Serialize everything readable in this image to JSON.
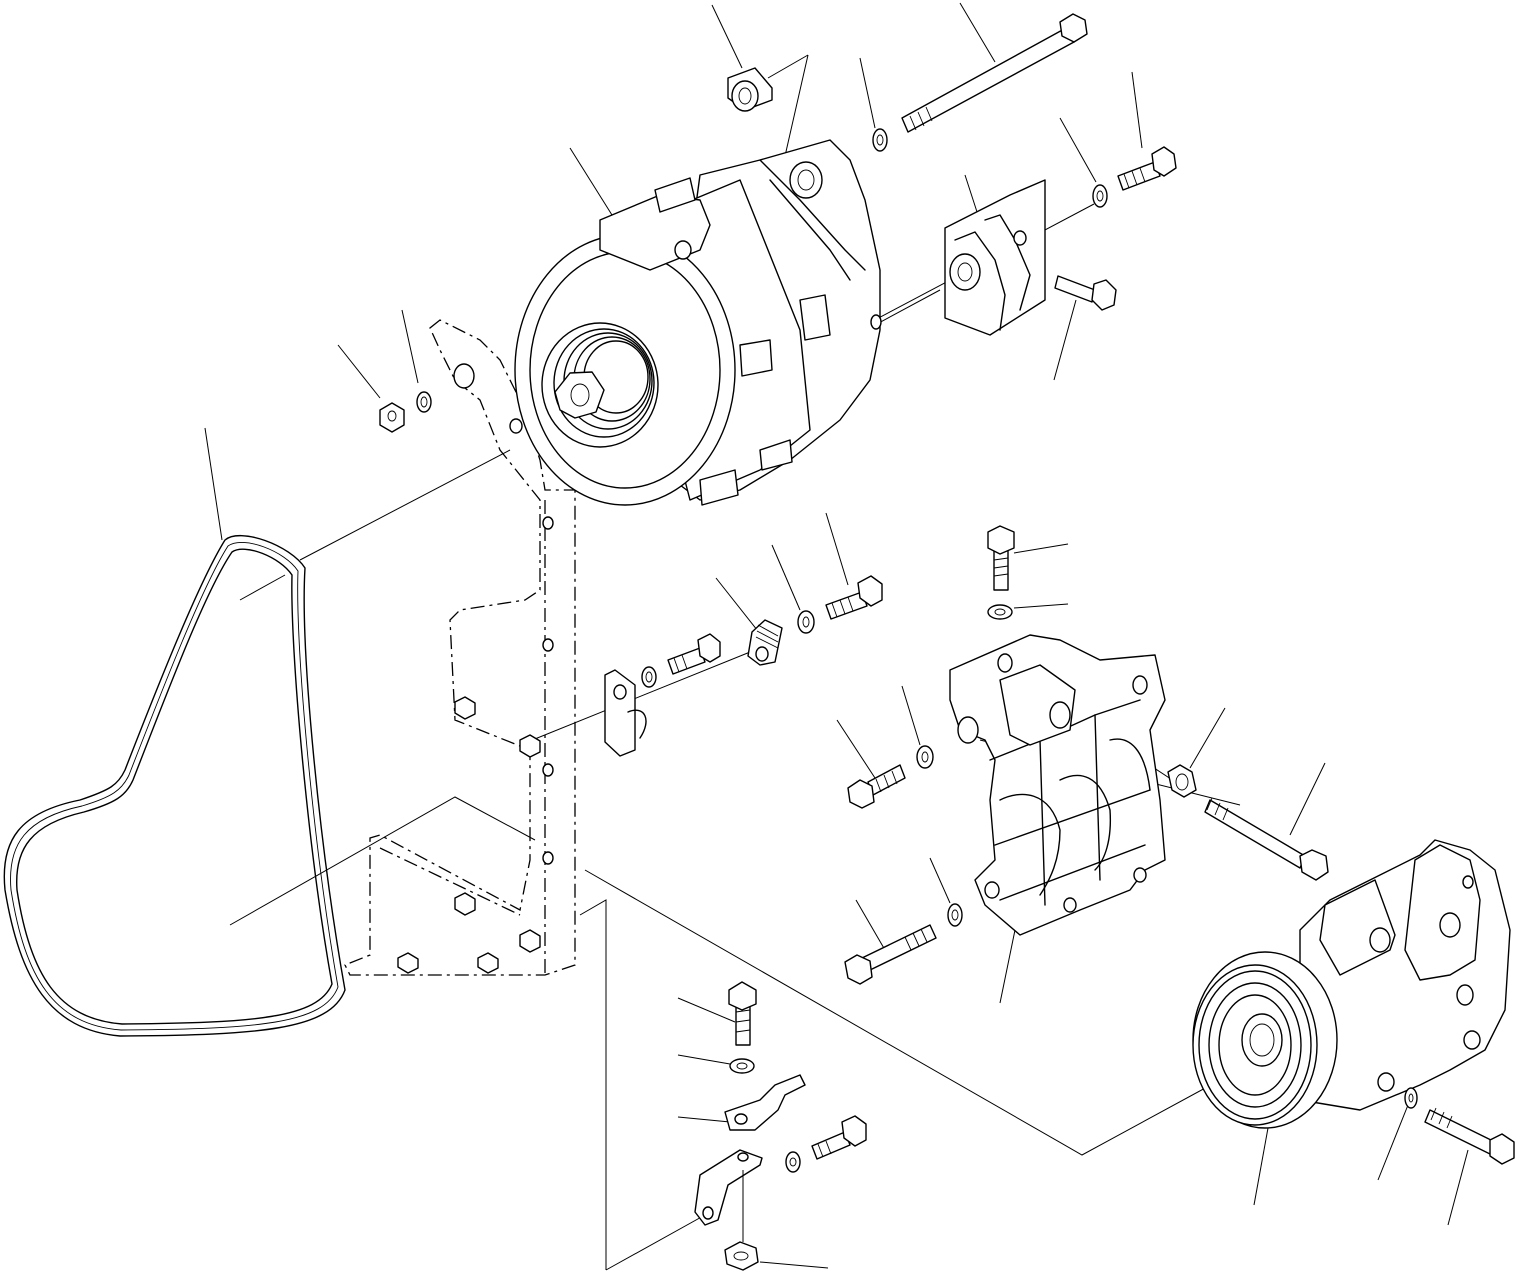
{
  "diagram": {
    "kind": "exploded-parts-view",
    "line_color": "#000000",
    "background": "#ffffff",
    "parts": [
      {
        "name": "alternator",
        "icon": "alternator-icon"
      },
      {
        "name": "alternator-mount-bracket",
        "icon": "bracket-icon"
      },
      {
        "name": "adjusting-plate",
        "icon": "plate-icon"
      },
      {
        "name": "compressor",
        "icon": "compressor-icon"
      },
      {
        "name": "compressor-bracket",
        "icon": "bracket-icon"
      },
      {
        "name": "v-ribbed-belt",
        "icon": "belt-icon"
      },
      {
        "name": "long-bolt",
        "icon": "bolt-icon"
      },
      {
        "name": "spacer",
        "icon": "spacer-icon"
      },
      {
        "name": "clip",
        "icon": "clip-icon"
      }
    ]
  }
}
